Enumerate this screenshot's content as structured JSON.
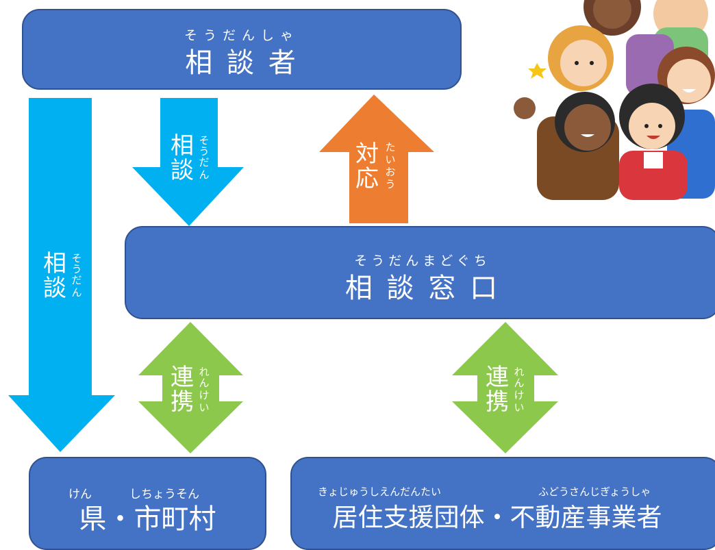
{
  "boxes": {
    "consultant": {
      "ruby": "そうだんしゃ",
      "label": "相 談 者"
    },
    "window": {
      "ruby": "そうだんまどぐち",
      "label": "相 談 窓 口"
    },
    "pref": {
      "ruby_a": "けん",
      "ruby_b": "しちょうそん",
      "label": "県・市町村"
    },
    "support": {
      "ruby_a": "きょじゅうしえんだんたい",
      "ruby_b": "ふどうさんじぎょうしゃ",
      "label": "居住支援団体・不動産事業者"
    }
  },
  "arrows": {
    "consult_left": {
      "label": [
        "相",
        "談"
      ],
      "ruby": [
        "そ",
        "う",
        "だ",
        "ん"
      ]
    },
    "consult_mid": {
      "label": [
        "相",
        "談"
      ],
      "ruby": [
        "そ",
        "う",
        "だ",
        "ん"
      ]
    },
    "response": {
      "label": [
        "対",
        "応"
      ],
      "ruby": [
        "た",
        "い",
        "お",
        "う"
      ]
    },
    "link_left": {
      "label": [
        "連",
        "携"
      ],
      "ruby": [
        "れ",
        "ん",
        "け",
        "い"
      ]
    },
    "link_right": {
      "label": [
        "連",
        "携"
      ],
      "ruby": [
        "れ",
        "ん",
        "け",
        "い"
      ]
    }
  },
  "colors": {
    "box_fill": "#4472c4",
    "box_border": "#2f528f",
    "consult_arrow": "#00b0f0",
    "response_arrow": "#ed7d31",
    "link_arrow": "#8cc84b"
  },
  "illustration": {
    "name": "cheering-people-illustration"
  }
}
